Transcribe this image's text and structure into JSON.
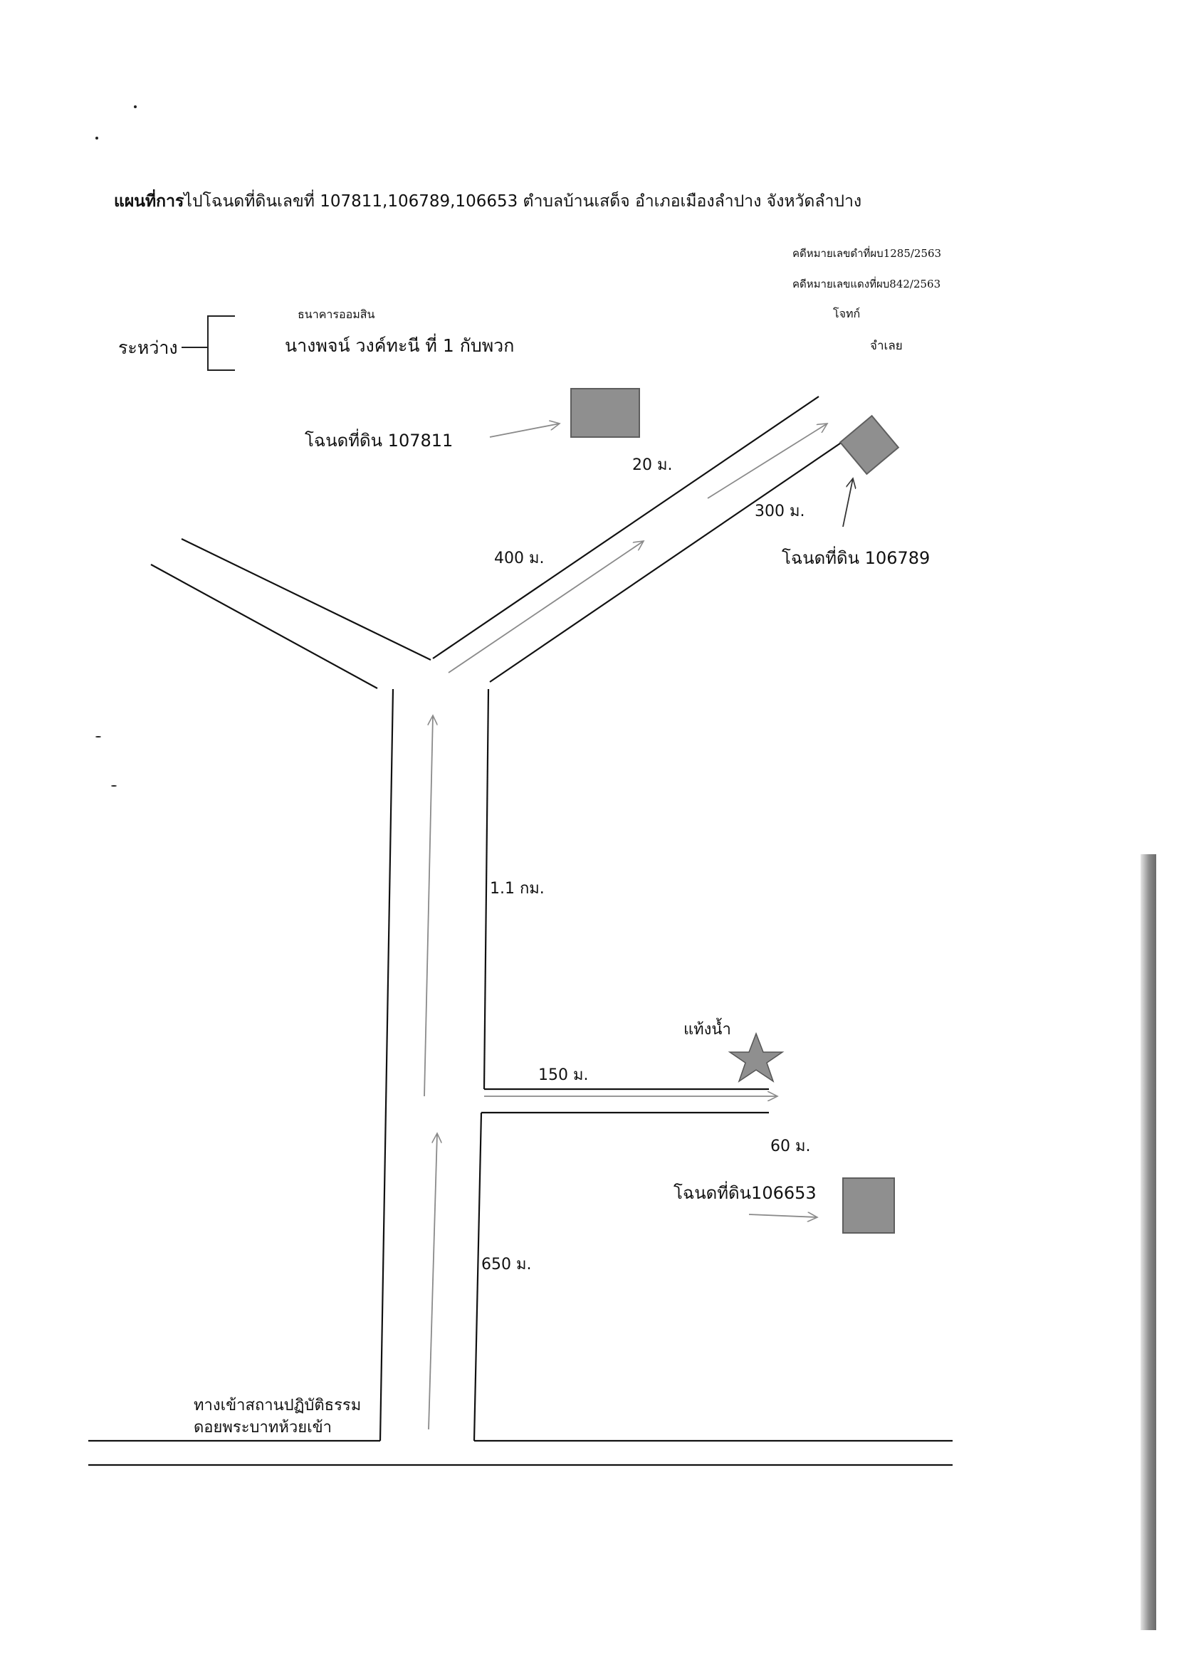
{
  "header": {
    "title_bold": "แผนที่การ",
    "title_rest": "ไปโฉนดที่ดินเลขที่  107811,106789,106653  ตำบลบ้านเสด็จ   อำเภอเมืองลำปาง   จังหวัดลำปาง"
  },
  "case": {
    "black_case_no": "คดีหมายเลขดำที่ผบ1285/2563",
    "red_case_no": "คดีหมายเลขแดงที่ผบ842/2563"
  },
  "parties": {
    "between_label": "ระหว่าง",
    "plaintiff_name": "ธนาคารออมสิน",
    "plaintiff_role": "โจทก์",
    "defendant_name": "นางพจน์ วงค์ทะนี   ที่ 1  กับพวก",
    "defendant_role": "จำเลย"
  },
  "map": {
    "parcels": [
      {
        "label": "โฉนดที่ดิน  107811",
        "color": "#8f8f8f"
      },
      {
        "label": "โฉนดที่ดิน 106789",
        "color": "#8f8f8f"
      },
      {
        "label": "โฉนดที่ดิน106653",
        "color": "#8f8f8f"
      }
    ],
    "distances": {
      "d_20m": "20 ม.",
      "d_300m": "300 ม.",
      "d_400m": "400 ม.",
      "d_1_1km": "1.1 กม.",
      "d_150m": "150  ม.",
      "d_60m": "60 ม.",
      "d_650m": "650 ม."
    },
    "landmark_water_tank": "แท้งน้ำ",
    "entrance_line1": "ทางเข้าสถานปฏิบัติธรรม",
    "entrance_line2": "ดอยพระบาทห้วยเข้า",
    "road_color": "#111111",
    "arrow_color": "#8a8a8a",
    "marker_color": "#8f8f8f"
  }
}
